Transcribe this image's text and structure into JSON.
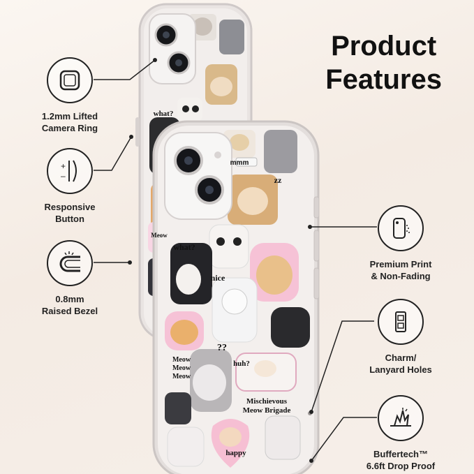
{
  "title": {
    "line1": "Product",
    "line2": "Features"
  },
  "features_left": [
    {
      "line1": "1.2mm Lifted",
      "line2": "Camera Ring",
      "icon": "camera-ring-icon"
    },
    {
      "line1": "Responsive",
      "line2": "Button",
      "icon": "button-icon"
    },
    {
      "line1": "0.8mm",
      "line2": "Raised Bezel",
      "icon": "bezel-icon"
    }
  ],
  "features_right": [
    {
      "line1": "Premium Print",
      "line2": "& Non-Fading",
      "icon": "print-icon"
    },
    {
      "line1": "Charm/",
      "line2": "Lanyard Holes",
      "icon": "lanyard-hole-icon"
    },
    {
      "line1": "Buffertech™",
      "line2": "6.6ft Drop Proof",
      "icon": "drop-proof-icon"
    }
  ],
  "stickers": {
    "mmm": "mmm",
    "what": "what?",
    "nice": "nice",
    "huh": "huh?",
    "meow": "Meow",
    "brigade1": "Mischievous",
    "brigade2": "Meow Brigade",
    "happy": "happy",
    "qq": "??",
    "zz": "zz"
  },
  "colors": {
    "accent_pink": "#f3b3cc",
    "text": "#111111"
  }
}
